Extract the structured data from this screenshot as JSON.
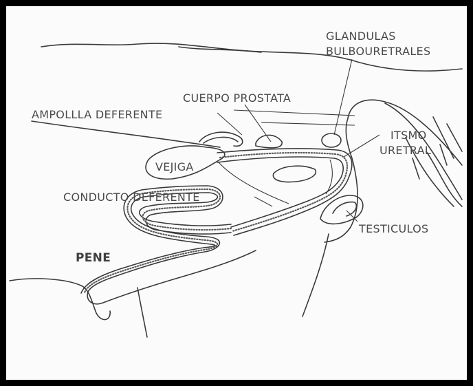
{
  "diagram": {
    "labels": {
      "glandulas": "GLANDULAS",
      "bulbouretrales": "BULBOURETRALES",
      "cuerpo_prostata": "CUERPO PROSTATA",
      "ampolla_deferente": "AMPOLLLA DEFERENTE",
      "itsmo": "ITSMO",
      "uretral": "URETRAL",
      "vejiga": "VEJIGA",
      "conducto_deferente": "CONDUCTO DEFERENTE",
      "testiculos": "TESTICULOS",
      "pene": "PENE"
    },
    "colors": {
      "frame": "#000000",
      "line": "#3a3a3a",
      "text": "#4a4a4a"
    }
  }
}
